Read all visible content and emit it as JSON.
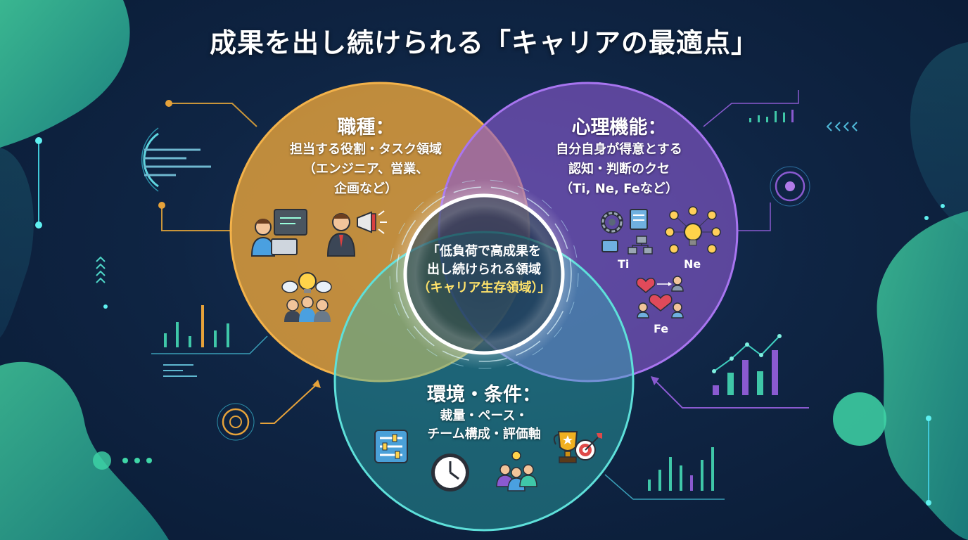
{
  "title": "成果を出し続けられる「キャリアの最適点」",
  "circles": {
    "job": {
      "heading": "職種：",
      "lines": [
        "担当する役割・タスク領域",
        "（エンジニア、営業、",
        "企画など）"
      ],
      "color": "#e6a23a"
    },
    "psych": {
      "heading": "心理機能：",
      "lines": [
        "自分自身が得意とする",
        "認知・判断のクセ",
        "（Ti, Ne, Feなど）"
      ],
      "color": "#8a5ad0",
      "icon_labels": {
        "ti": "Ti",
        "ne": "Ne",
        "fe": "Fe"
      }
    },
    "env": {
      "heading": "環境・条件：",
      "lines": [
        "裁量・ペース・",
        "チーム構成・評価軸"
      ],
      "color": "#2fb7b5"
    }
  },
  "center": {
    "lines": [
      "「低負荷で高成果を",
      "出し続けられる領域"
    ],
    "highlight": "（キャリア生存領域）」"
  },
  "icons": {
    "job": [
      "engineer-at-laptop-icon",
      "presenter-megaphone-icon",
      "team-brainstorm-icon"
    ],
    "psych": [
      "gear-flowchart-icon",
      "lightbulb-network-icon",
      "heart-exchange-icon"
    ],
    "env": [
      "settings-sliders-icon",
      "clock-icon",
      "team-idea-icon",
      "trophy-target-icon"
    ]
  },
  "colors": {
    "background": "#0f2544",
    "accent_teal": "#3fd0c0",
    "highlight_text": "#ffe36a"
  }
}
